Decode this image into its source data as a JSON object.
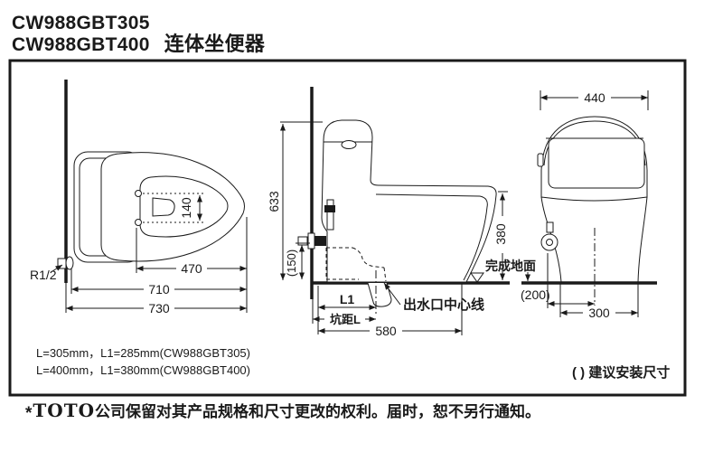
{
  "title": {
    "model_a": "CW988GBT305",
    "model_b": "CW988GBT400",
    "product": "连体坐便器"
  },
  "top_view": {
    "dim_seat_hole": "140",
    "dim_seat_depth": "470",
    "dim_depth_body": "710",
    "dim_depth_total": "730",
    "supply_thread": "R1/2"
  },
  "side_view": {
    "dim_height": "633",
    "dim_supply_height": "(150)",
    "dim_rim_height": "380",
    "dim_l1": "L1",
    "dim_pit": "坑距L",
    "dim_base_depth": "580",
    "outlet_label": "出水口中心线",
    "floor_label": "完成地面"
  },
  "front_view": {
    "dim_width": "440",
    "dim_supply_offset": "(200)",
    "dim_base_width": "300"
  },
  "notes": {
    "spec_305": "L=305mm，L1=285mm(CW988GBT305)",
    "spec_400": "L=400mm，L1=380mm(CW988GBT400)",
    "install_hint": "( ) 建议安装尺寸"
  },
  "footer": {
    "mark": "*",
    "brand": "TOTO",
    "disclaimer": "公司保留对其产品规格和尺寸更改的权利。届时，恕不另行通知。"
  },
  "colors": {
    "line": "#1a1a1a",
    "background": "#ffffff"
  }
}
